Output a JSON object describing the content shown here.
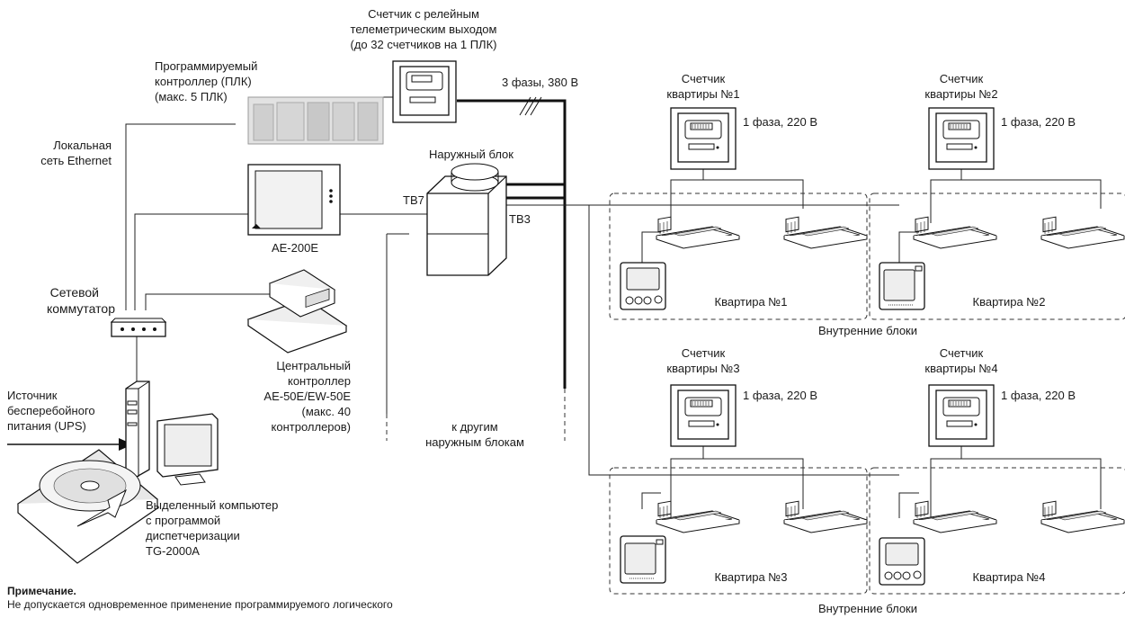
{
  "labels": {
    "meter_relay_1": "Счетчик с релейным",
    "meter_relay_2": "телеметрическим выходом",
    "meter_relay_3": "(до 32 счетчиков на 1 ПЛК)",
    "plc_1": "Программируемый",
    "plc_2": "контроллер (ПЛК)",
    "plc_3": "(макс. 5 ПЛК)",
    "ethernet_1": "Локальная",
    "ethernet_2": "сеть Ethernet",
    "ae200e": "AE-200E",
    "switch_1": "Сетевой",
    "switch_2": "коммутатор",
    "ups_1": "Источник",
    "ups_2": "бесперебойного",
    "ups_3": "питания (UPS)",
    "pc_1": "Выделенный компьютер",
    "pc_2": "с программой",
    "pc_3": "диспетчеризации",
    "pc_4": "TG-2000A",
    "central_1": "Центральный",
    "central_2": "контроллер",
    "central_3": "AE-50E/EW-50E",
    "central_4": "(макс. 40",
    "central_5": "контроллеров)",
    "three_phase": "3 фазы, 380 В",
    "outdoor": "Наружный блок",
    "tb7": "TB7",
    "tb3": "TB3",
    "other_outdoor_1": "к другим",
    "other_outdoor_2": "наружным блокам",
    "m1_1": "Счетчик",
    "m1_2": "квартиры №1",
    "m2_1": "Счетчик",
    "m2_2": "квартиры №2",
    "m3_1": "Счетчик",
    "m3_2": "квартиры №3",
    "m4_1": "Счетчик",
    "m4_2": "квартиры №4",
    "one_phase": "1 фаза, 220 В",
    "apt1": "Квартира №1",
    "apt2": "Квартира №2",
    "apt3": "Квартира №3",
    "apt4": "Квартира №4",
    "indoor": "Внутренние блоки"
  },
  "note": {
    "title": "Примечание.",
    "text": "Не допускается одновременное применение программируемого логического"
  }
}
